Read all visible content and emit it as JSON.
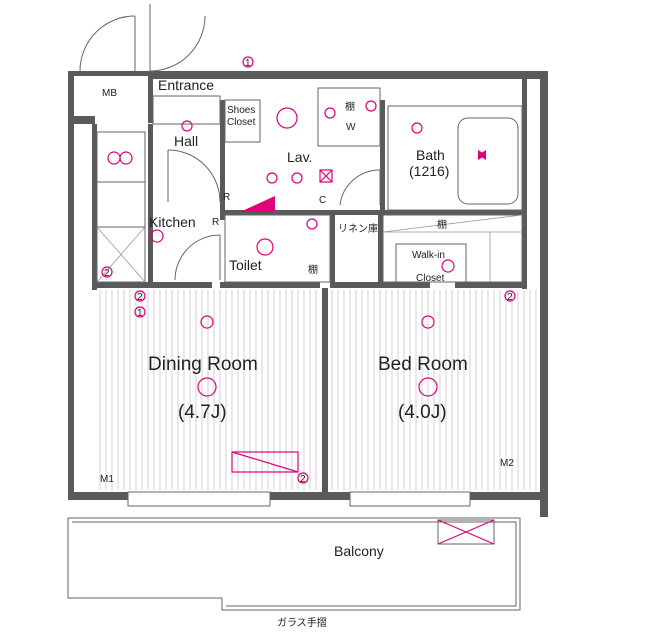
{
  "rooms": {
    "mb": "MB",
    "entrance": "Entrance",
    "shoes_closet_line1": "Shoes",
    "shoes_closet_line2": "Closet",
    "hall": "Hall",
    "lav": "Lav.",
    "w_mark": "W",
    "c_mark": "C",
    "bath": "Bath",
    "bath_size": "(1216)",
    "kitchen": "Kitchen",
    "r_mark_kitchen": "R",
    "r_mark_lav": "R",
    "toilet": "Toilet",
    "linen": "リネン庫",
    "shelf_toilet": "棚",
    "shelf_lav": "棚",
    "shelf_closet": "棚",
    "walkin_line1": "Walk-in",
    "walkin_line2": "Closet",
    "dining": "Dining Room",
    "dining_size": "(4.7J)",
    "bed": "Bed Room",
    "bed_size": "(4.0J)",
    "balcony": "Balcony",
    "glass_rail": "ガラス手摺",
    "m1": "M1",
    "m2": "M2"
  },
  "markers": {
    "one": "1",
    "two": "2"
  },
  "colors": {
    "wall": "#5a5a5a",
    "equipment": "#e0007a",
    "flooring": "#b5b5b5"
  }
}
